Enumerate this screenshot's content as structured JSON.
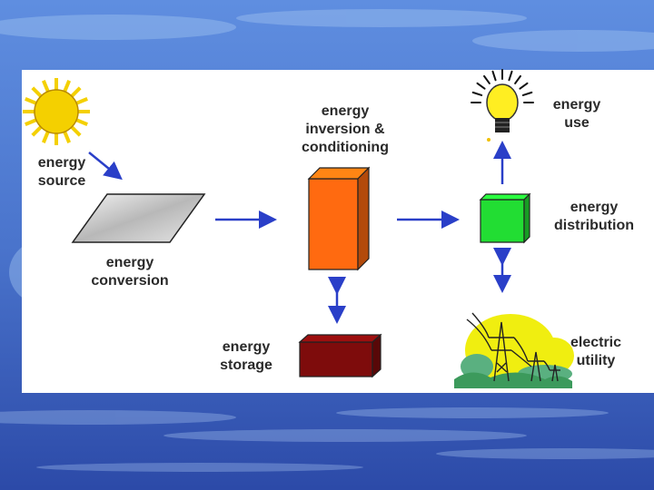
{
  "diagram": {
    "nodes": {
      "energy_source": {
        "lines": [
          "energy",
          "source"
        ],
        "icon": "sun-icon"
      },
      "energy_conversion": {
        "lines": [
          "energy",
          "conversion"
        ],
        "icon": "solar-panel-icon"
      },
      "energy_inversion": {
        "lines": [
          "energy",
          "inversion &",
          "conditioning"
        ],
        "icon": "inverter-box-icon"
      },
      "energy_storage": {
        "lines": [
          "energy",
          "storage"
        ],
        "icon": "battery-box-icon"
      },
      "energy_use": {
        "lines": [
          "energy",
          "use"
        ],
        "icon": "light-bulb-icon"
      },
      "energy_distribution": {
        "lines": [
          "energy",
          "distribution"
        ],
        "icon": "distribution-box-icon"
      },
      "electric_utility": {
        "lines": [
          "electric",
          "utility"
        ],
        "icon": "power-pylon-icon"
      }
    },
    "colors": {
      "arrow": "#2a3fc8",
      "inverter": "#ff6a10",
      "storage": "#7e0c0c",
      "distribution": "#22dd33",
      "sun": "#f4d000",
      "bulb": "#ffee22",
      "tree": "#f0ee10",
      "background_top": "#4a78c8",
      "background_bottom": "#2c4fb0"
    }
  }
}
